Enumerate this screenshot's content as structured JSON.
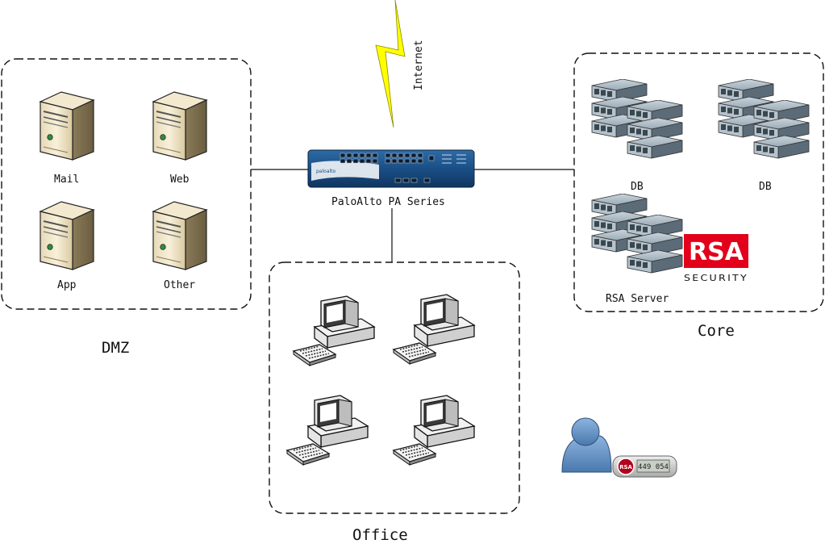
{
  "zones": {
    "dmz": {
      "title": "DMZ",
      "servers": [
        "Mail",
        "Web",
        "App",
        "Other"
      ]
    },
    "core": {
      "title": "Core",
      "db_left": "DB",
      "db_right": "DB",
      "rsa_server": "RSA Server"
    },
    "office": {
      "title": "Office"
    }
  },
  "firewall": {
    "label": "PaloAlto PA Series",
    "brand": "paloalto"
  },
  "internet": {
    "label": "Internet"
  },
  "rsa_logo": {
    "wordmark": "RSA",
    "tagline": "SECURITY"
  },
  "token": {
    "logo": "RSA",
    "code": "449 054"
  },
  "colors": {
    "lightning": "#ffff00",
    "rsa_red": "#e2001a",
    "firewall_blue": "#1a4f86",
    "user_blue": "#5f8fc4"
  }
}
